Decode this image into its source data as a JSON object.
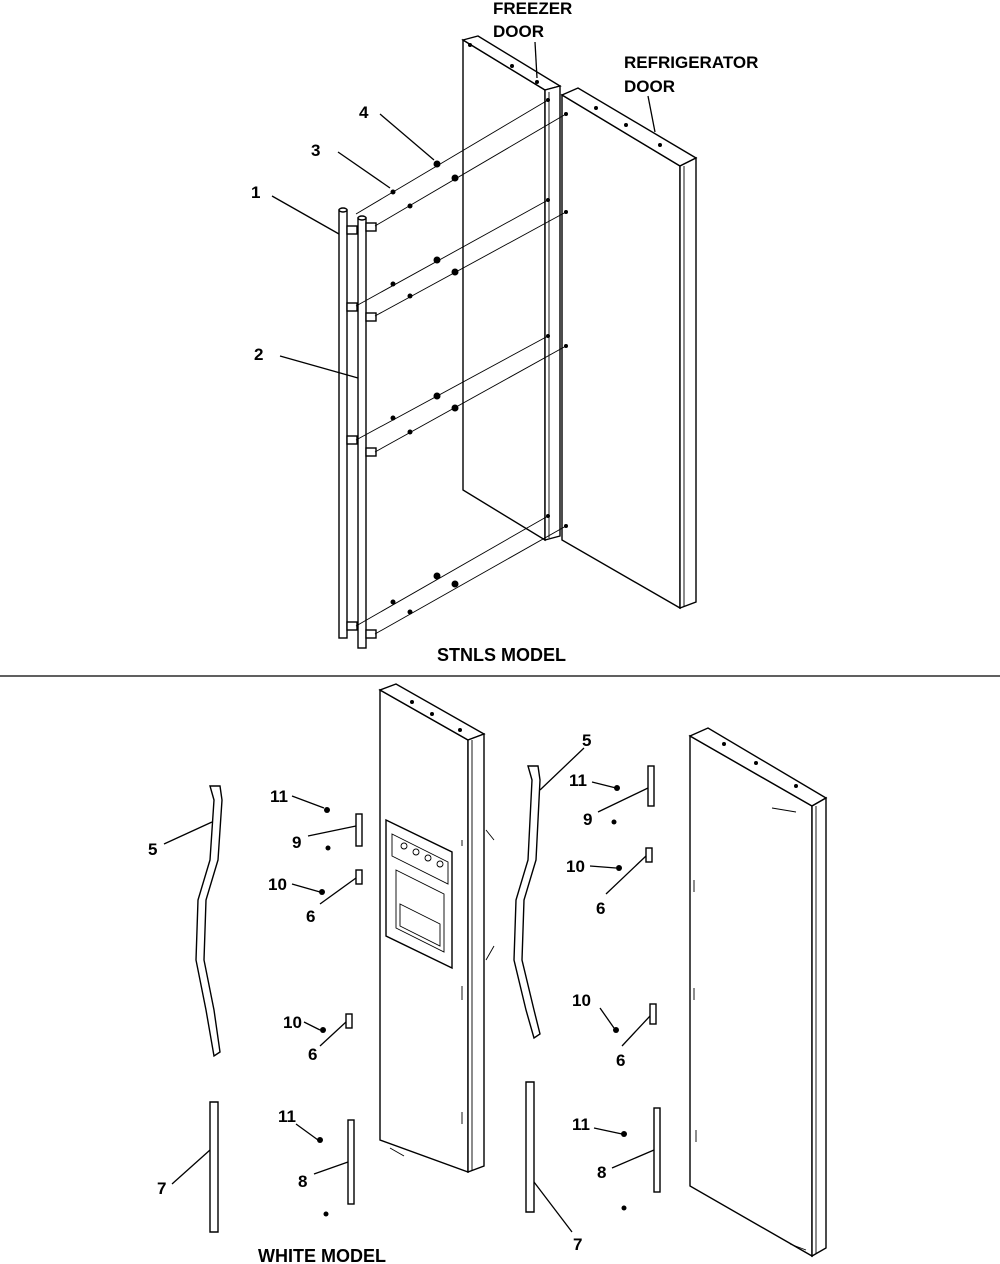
{
  "stnls": {
    "freezer_door_line1": "FREEZER",
    "freezer_door_line2": "DOOR",
    "refrigerator_door_line1": "REFRIGERATOR",
    "refrigerator_door_line2": "DOOR",
    "title": "STNLS MODEL",
    "callouts": [
      "4",
      "3",
      "1",
      "2"
    ]
  },
  "white": {
    "title": "WHITE MODEL",
    "callouts": [
      "11",
      "9",
      "10",
      "6",
      "5",
      "10",
      "6",
      "11",
      "8",
      "7",
      "5",
      "11",
      "9",
      "10",
      "6",
      "10",
      "6",
      "11",
      "8",
      "7"
    ]
  }
}
